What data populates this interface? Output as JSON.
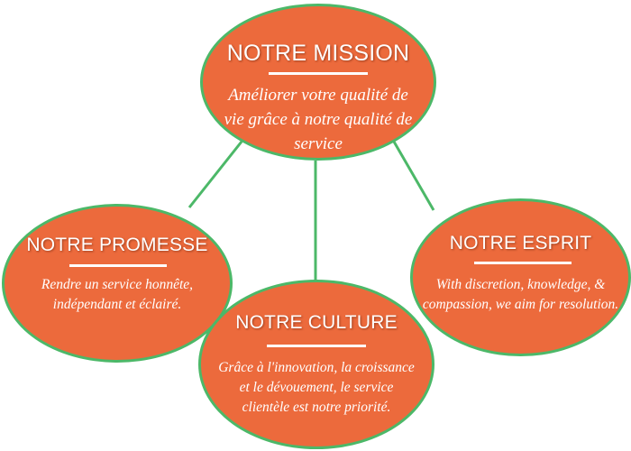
{
  "colors": {
    "node_fill": "#ec6a3c",
    "node_border": "#4cb868",
    "connector": "#4cb868",
    "text": "#ffffff"
  },
  "nodes": {
    "mission": {
      "title": "NOTRE MISSION",
      "text": "Améliorer votre qualité de vie grâce à notre qualité de service"
    },
    "promesse": {
      "title": "NOTRE PROMESSE",
      "text": "Rendre un service honnête, indépendant et éclairé."
    },
    "esprit": {
      "title": "NOTRE ESPRIT",
      "text": "With discretion, knowledge, & compassion, we aim for resolution."
    },
    "culture": {
      "title": "NOTRE CULTURE",
      "text": "Grâce à l'innovation, la croissance et le dévouement, le service clientèle est notre priorité."
    }
  }
}
